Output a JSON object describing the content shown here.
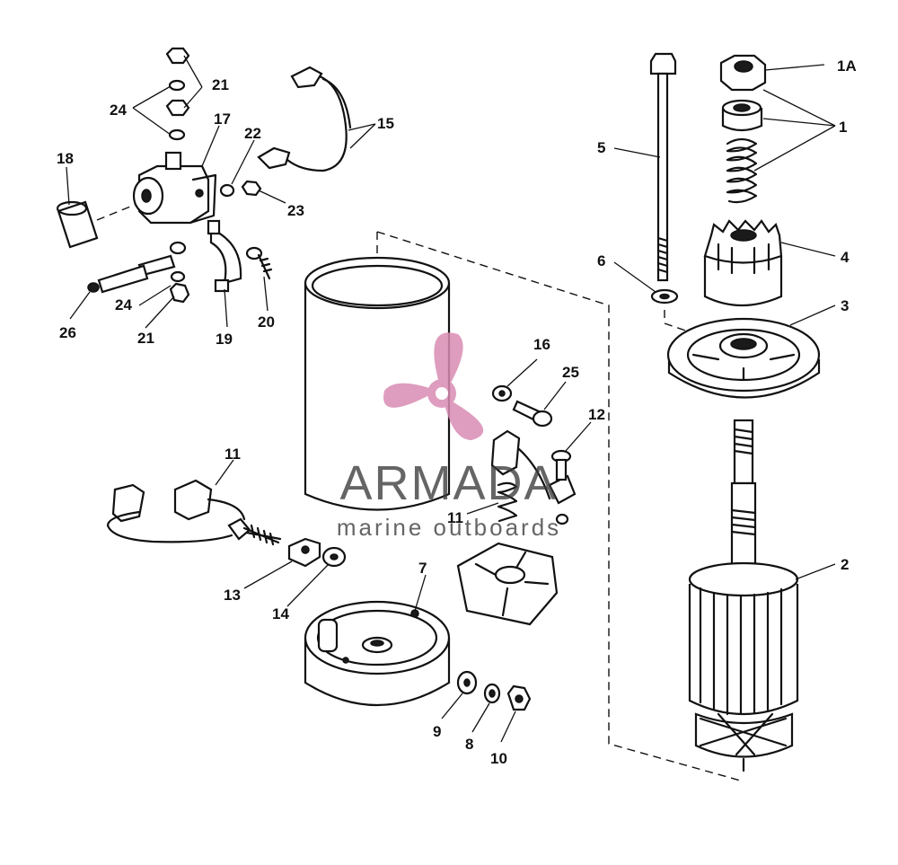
{
  "diagram": {
    "labels": {
      "l1A": "1A",
      "l1": "1",
      "l2": "2",
      "l3": "3",
      "l4": "4",
      "l5": "5",
      "l6": "6",
      "l7": "7",
      "l8": "8",
      "l9": "9",
      "l10": "10",
      "l11a": "11",
      "l11b": "11",
      "l12": "12",
      "l13": "13",
      "l14": "14",
      "l15": "15",
      "l16": "16",
      "l17": "17",
      "l18": "18",
      "l19": "19",
      "l20": "20",
      "l21a": "21",
      "l21b": "21",
      "l22": "22",
      "l23": "23",
      "l24a": "24",
      "l24b": "24",
      "l25": "25",
      "l26": "26"
    }
  },
  "watermark": {
    "brand": "ARMADA",
    "tagline": "marine outboards",
    "color": "#d98cb3"
  }
}
